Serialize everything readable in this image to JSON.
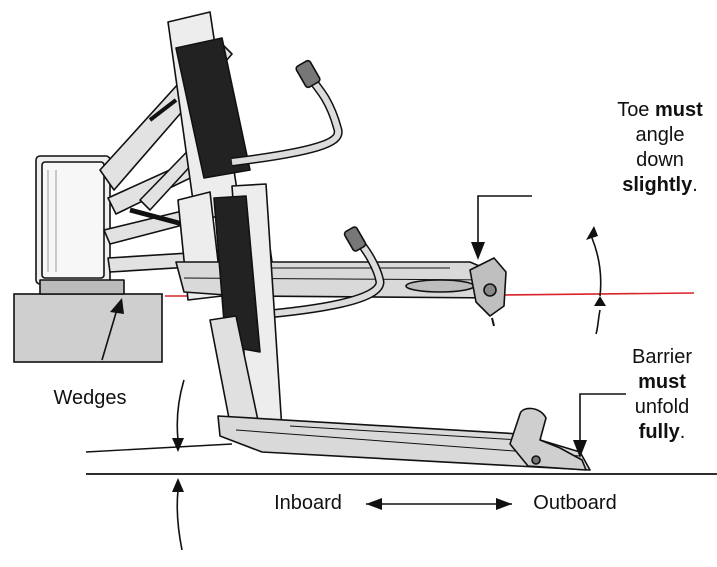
{
  "labels": {
    "toe": {
      "word_toe": "Toe",
      "word_must": "must",
      "word_angle": "angle",
      "word_down": "down",
      "word_slightly": "slightly",
      "period": "."
    },
    "barrier": {
      "word_barrier": "Barrier",
      "word_must": "must",
      "word_unfold": "unfold",
      "word_fully": "fully",
      "period": "."
    },
    "wedges": "Wedges",
    "inboard": "Inboard",
    "outboard": "Outboard"
  },
  "colors": {
    "line": "#111111",
    "reference_line": "#d8232a",
    "platform_fill": "#d9d9d9",
    "panel_fill": "#e6e6e6",
    "pad_fill": "#222222",
    "step_fill": "#cfcfcf"
  }
}
